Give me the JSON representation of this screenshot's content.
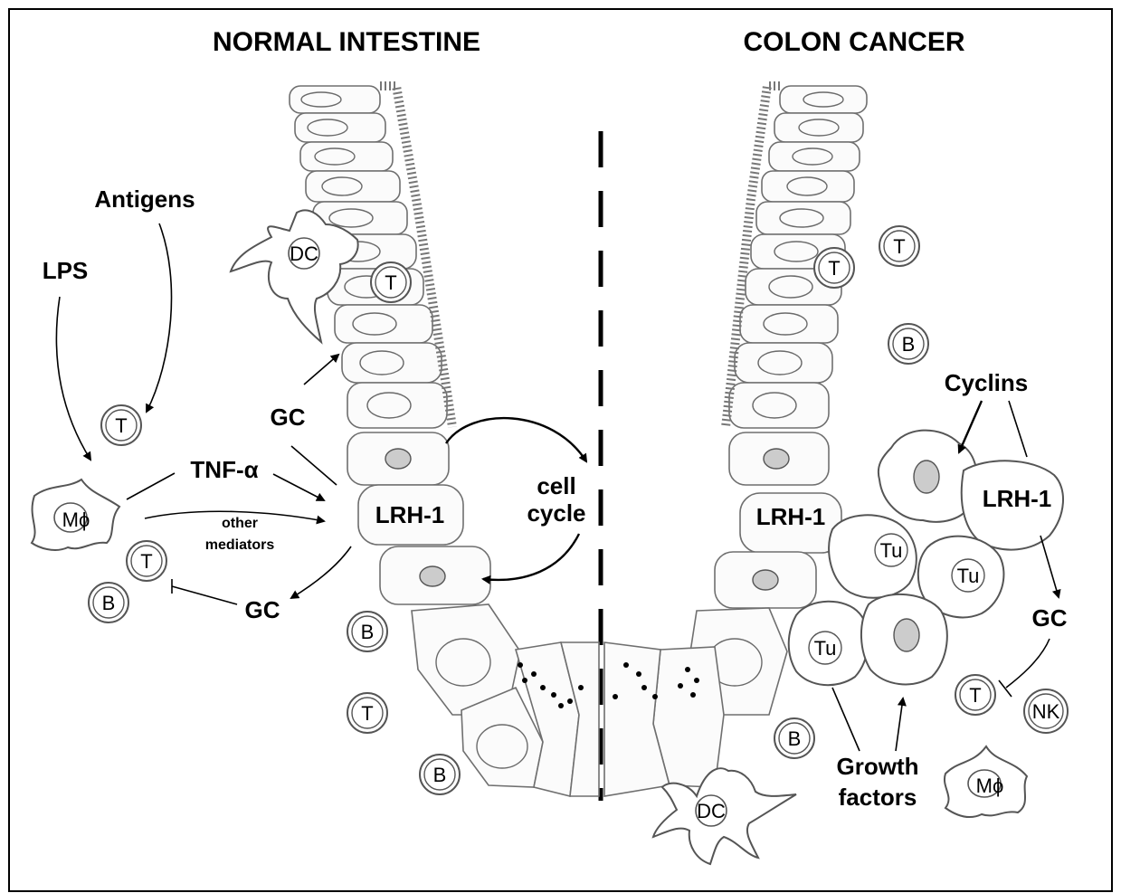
{
  "titles": {
    "left": "NORMAL INTESTINE",
    "right": "COLON CANCER"
  },
  "labels": {
    "antigens": "Antigens",
    "lps": "LPS",
    "gc_top": "GC",
    "gc_bottom": "GC",
    "gc_right": "GC",
    "tnf": "TNF-α",
    "other_mediators_1": "other",
    "other_mediators_2": "mediators",
    "lrh1_left": "LRH-1",
    "lrh1_center": "LRH-1",
    "lrh1_right": "LRH-1",
    "cell_cycle_1": "cell",
    "cell_cycle_2": "cycle",
    "cyclins": "Cyclins",
    "growth_factors_1": "Growth",
    "growth_factors_2": "factors"
  },
  "cells": {
    "dc": "DC",
    "t": "T",
    "b": "B",
    "nk": "NK",
    "tu": "Tu",
    "macrophage": "Mϕ"
  }
}
